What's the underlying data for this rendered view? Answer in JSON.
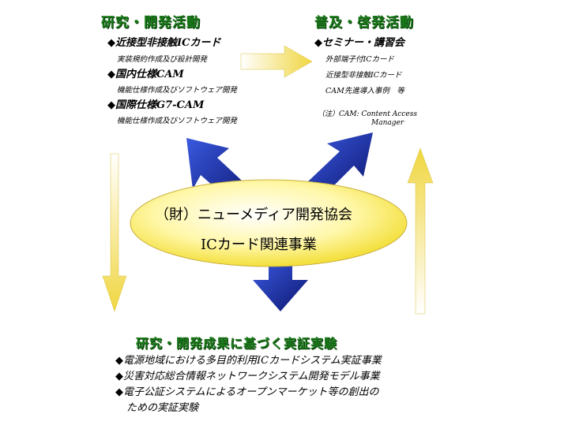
{
  "left_block": {
    "title": "研究・開発活動",
    "items": [
      {
        "label": "◆近接型非接触ICカード",
        "sub": "実装規約作成及び設計開発"
      },
      {
        "label": "◆国内仕様CAM",
        "sub": "機能仕様作成及びソフトウェア開発"
      },
      {
        "label": "◆国際仕様G7-CAM",
        "sub": "機能仕様作成及びソフトウェア開発"
      }
    ]
  },
  "right_block": {
    "title": "普及・啓発活動",
    "item": "◆セミナー・講習会",
    "subs": [
      "外部端子付ICカード",
      "近接型非接触ICカード",
      "CAM先進導入事例　等"
    ],
    "note_line1": "（注）CAM: Content Access",
    "note_line2": "Manager"
  },
  "center": {
    "line1": "（財）ニューメディア開発協会",
    "line2": "ICカード関連事業"
  },
  "bottom_block": {
    "title": "研究・開発成果に基づく実証実験",
    "items": [
      "◆電源地域における多目的利用ICカードシステム実証事業",
      "◆災害対応総合情報ネットワークシステム開発モデル事業",
      "◆電子公証システムによるオープンマーケット等の創出の",
      "ための実証実験"
    ]
  },
  "colors": {
    "title_green": "#1a7a1a",
    "arrow_blue": "#1c2a9c",
    "arrow_yellow": "#f2e27a",
    "ellipse_yellow": "#fff9b8"
  }
}
